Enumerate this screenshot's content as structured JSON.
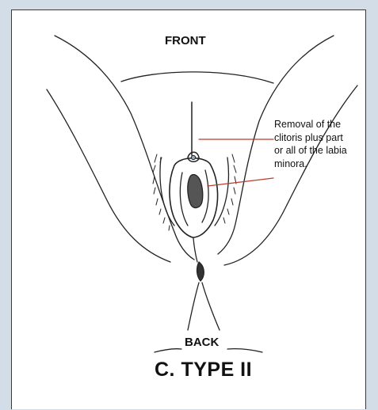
{
  "labels": {
    "front": "FRONT",
    "back": "BACK",
    "type": "C. TYPE II"
  },
  "annotation": {
    "lines": [
      "Removal of the",
      "clitoris plus part",
      "or all of the labia",
      "minora."
    ]
  },
  "colors": {
    "background": "#d2dde8",
    "panel": "#ffffff",
    "ink": "#111111",
    "pointer": "#c0392b"
  }
}
